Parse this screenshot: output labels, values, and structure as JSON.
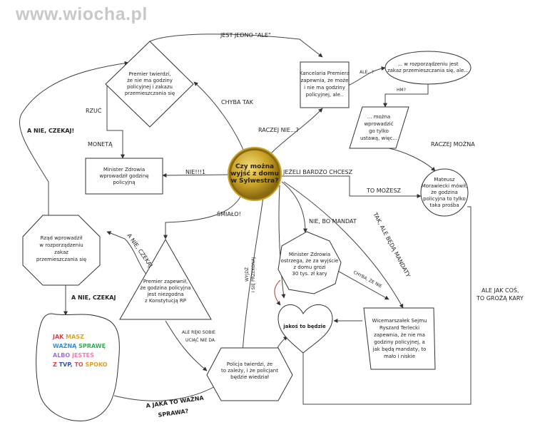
{
  "watermark": "www.wiocha.pl",
  "colors": {
    "gold": "#c9a227",
    "gold_light": "#f2dc7a",
    "gold_dark": "#8a6a10",
    "red_line": "#c0392b",
    "note": [
      "#e03a3a",
      "#e0a020",
      "#2f8fe0",
      "#2fb04f",
      "#a070d0",
      "#f07ab0",
      "#3050c0",
      "#e05050"
    ]
  },
  "nodes": {
    "center": [
      "Czy można",
      "wyjść z domu",
      "w Sylwestra?"
    ],
    "premier_diamond": [
      "Premier twierdzi,",
      "że nie ma godziny",
      "policyjnej i zakazu",
      "przemieszczania się"
    ],
    "minister_box": [
      "Minister Zdrowia",
      "wprowadził godzinę",
      "policyjną"
    ],
    "kancelaria_box": [
      "Kancelaria Premiera",
      "zapewnia, że może",
      "i nie ma godziny",
      "policyjnej, ale.."
    ],
    "rozporzadzenie_oval": [
      "... w rozporządzeniu jest",
      "zakaz przemieszczania się, ale..."
    ],
    "ustawa_para": [
      "... można",
      "wprowadzić",
      "go tylko",
      "ustawą, więc..."
    ],
    "morawiecki_circle": [
      "Mateusz",
      "Morawiecki mówił,",
      "że godzina",
      "policyjna to tylko",
      "taka prośba"
    ],
    "rzad_octagon": [
      "Rząd wprowadził",
      "w rozporządzeniu",
      "zakaz",
      "przemieszczania się"
    ],
    "premier_triangle": [
      "Premier zapewnił,",
      "że godzina policyjna",
      "jest niezgodna",
      "z Konstytucją RP"
    ],
    "minister_octagon": [
      "Minister Zdrowia",
      "ostrzega, że za wyjście",
      "z domu grozi",
      "30 tys. zł kary"
    ],
    "heart": "jakoś to będzie",
    "wicemarszalek_box": [
      "Wicemarszałek Sejmu",
      "Ryszard Terlecki",
      "zapewnia, że nie ma",
      "godziny policyjnej, a",
      "jak będą mandaty, to",
      "mało i niskie"
    ],
    "policja_hex": [
      "Policja twierdzi, że",
      "to zależy, i że policjant",
      "będzie wiedział"
    ],
    "note_blob": [
      [
        {
          "t": "JAK ",
          "c": 0
        },
        {
          "t": "MASZ",
          "c": 1
        }
      ],
      [
        {
          "t": "WAŻNĄ ",
          "c": 2
        },
        {
          "t": "SPRAWĘ",
          "c": 3
        }
      ],
      [
        {
          "t": "ALBO ",
          "c": 4
        },
        {
          "t": "JESTEŚ",
          "c": 5
        }
      ],
      [
        {
          "t": "Z ",
          "c": 0
        },
        {
          "t": "TVP, ",
          "c": 6
        },
        {
          "t": "TO ",
          "c": 7
        },
        {
          "t": "SPOKO",
          "c": 1
        }
      ]
    ]
  },
  "edges": {
    "jest_jedno_ale": "JEST JEDNO \"ALE\"",
    "chyba_tak": "CHYBA TAK",
    "raczej_nie": "RACZEJ NIE...?",
    "rzuc": "RZUĆ",
    "moneta": "MONETĄ",
    "nie": "NIE!!!1",
    "jezeli": "JEŻELI BARDZO CHCESZ",
    "to_mozesz": "TO MOŻESZ",
    "ale_q": "ALE...?",
    "hm": "HM?",
    "raczej_mozna": "RACZEJ MOŻNA",
    "a_nie_czekaj_1": "A NIE, CZEKAJ!",
    "a_nie_czekaj_2": "A NIE, CZEKAJ",
    "a_nie_czekaj_3": "A NIE, CZEKAJ",
    "smialo": "ŚMIAŁO!",
    "nie_bo_mandat": "NIE, BO MANDAT",
    "tak_ale": "TAK, ALE BĘDĄ MANDATY",
    "wyjdz": [
      "WYJDŹ",
      "I SIĘ PRZEKONAJ"
    ],
    "chyba_ze_nie": "CHYBA, ŻE NIE",
    "ale_reki": [
      "ALE RĘKI SOBIE",
      "UCIĄĆ NIE DA"
    ],
    "ale_jak_cos": [
      "ALE JAK COŚ,",
      "TO GROŻĄ KARY"
    ],
    "a_jaka": [
      "A JAKA TO WAŻNA",
      "SPRAWA?"
    ]
  }
}
